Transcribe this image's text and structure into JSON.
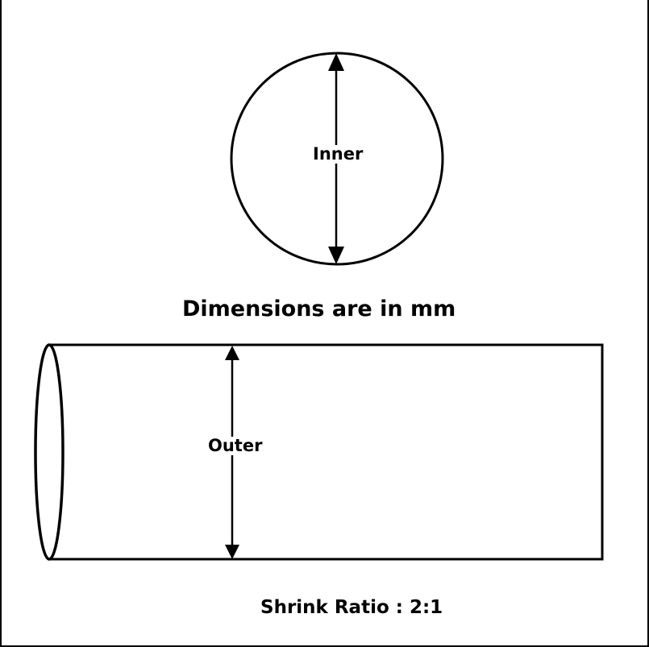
{
  "diagram": {
    "inner_label": "Inner",
    "outer_label": "Outer",
    "units_note": "Dimensions are in mm",
    "shrink_ratio": "Shrink Ratio : 2:1"
  },
  "colors": {
    "stroke": "#000000",
    "background": "#ffffff"
  }
}
